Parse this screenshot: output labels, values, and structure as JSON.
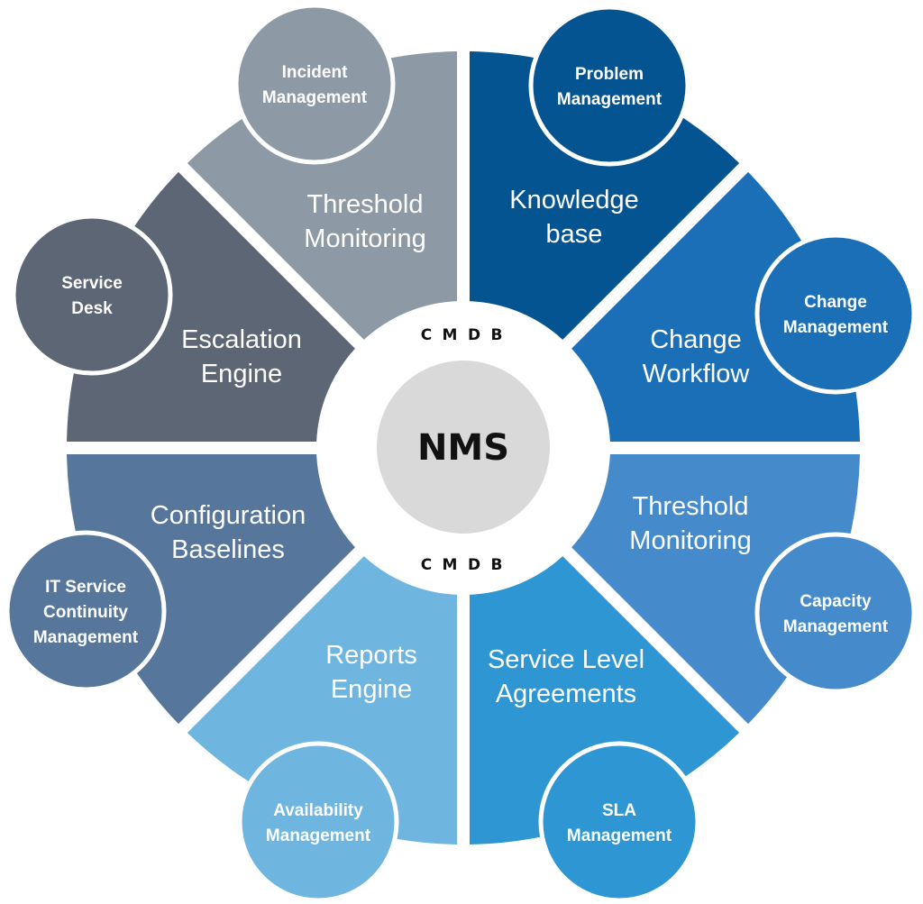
{
  "diagram": {
    "hub": {
      "label": "NMS",
      "color": "#d9d9d9",
      "top_ring_label": [
        "C",
        "M",
        "D",
        "B"
      ],
      "bottom_ring_label": [
        "C",
        "M",
        "D",
        "B"
      ]
    },
    "segments": [
      {
        "id": "knowledge-base",
        "label": [
          "Knowledge",
          "base"
        ],
        "color": "#045492",
        "process": {
          "label": [
            "Problem",
            "Management"
          ]
        }
      },
      {
        "id": "change-workflow",
        "label": [
          "Change",
          "Workflow"
        ],
        "color": "#1b6fb6",
        "process": {
          "label": [
            "Change",
            "Management"
          ]
        }
      },
      {
        "id": "threshold-monitoring-right",
        "label": [
          "Threshold",
          "Monitoring"
        ],
        "color": "#458bcb",
        "process": {
          "label": [
            "Capacity",
            "Management"
          ]
        }
      },
      {
        "id": "service-level-agreements",
        "label": [
          "Service Level",
          "Agreements"
        ],
        "color": "#2e96d2",
        "process": {
          "label": [
            "SLA",
            "Management"
          ]
        }
      },
      {
        "id": "reports-engine",
        "label": [
          "Reports",
          "Engine"
        ],
        "color": "#6eb5e0",
        "process": {
          "label": [
            "Availability",
            "Management"
          ]
        }
      },
      {
        "id": "configuration-baselines",
        "label": [
          "Configuration",
          "Baselines"
        ],
        "color": "#56769b",
        "process": {
          "label": [
            "IT Service",
            "Continuity",
            "Management"
          ]
        }
      },
      {
        "id": "escalation-engine",
        "label": [
          "Escalation",
          "Engine"
        ],
        "color": "#5d6674",
        "process": {
          "label": [
            "Service",
            "Desk"
          ]
        }
      },
      {
        "id": "threshold-monitoring-top",
        "label": [
          "Threshold",
          "Monitoring"
        ],
        "color": "#8e99a6",
        "process": {
          "label": [
            "Incident",
            "Management"
          ]
        }
      }
    ]
  }
}
